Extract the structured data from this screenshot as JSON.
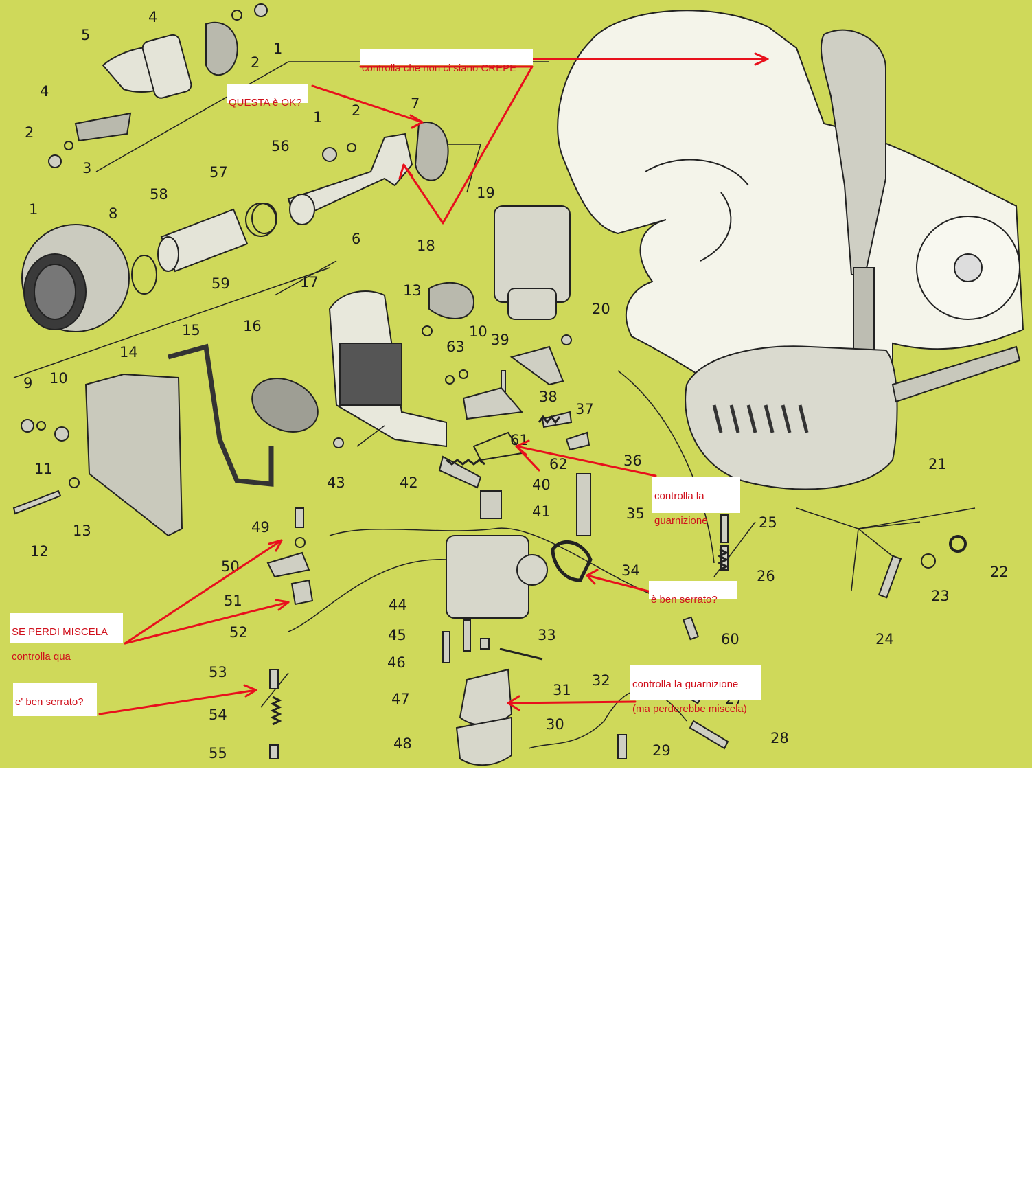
{
  "part_numbers": [
    "1",
    "2",
    "3",
    "4",
    "5",
    "6",
    "7",
    "8",
    "9",
    "10",
    "11",
    "12",
    "13",
    "14",
    "15",
    "16",
    "17",
    "18",
    "19",
    "20",
    "21",
    "22",
    "23",
    "24",
    "25",
    "26",
    "27",
    "28",
    "29",
    "30",
    "31",
    "32",
    "33",
    "34",
    "35",
    "36",
    "37",
    "38",
    "39",
    "40",
    "41",
    "42",
    "43",
    "44",
    "45",
    "46",
    "47",
    "48",
    "49",
    "50",
    "51",
    "52",
    "53",
    "54",
    "55",
    "56",
    "57",
    "58",
    "59",
    "60",
    "61",
    "62",
    "63"
  ],
  "callouts": {
    "crepe": "controlla che non ci siano CREPE",
    "questa_ok": "QUESTA è OK?",
    "guarnizione_1_line1": "controlla la",
    "guarnizione_1_line2": "guarnizione",
    "ben_serrato_1": "è ben serrato?",
    "perdi_miscela_line1": "SE PERDI MISCELA",
    "perdi_miscela_line2": "controlla qua",
    "ben_serrato_2": "e' ben serrato?",
    "guarnizione_2_line1": "controlla la guarnizione",
    "guarnizione_2_line2": "(ma perderebbe miscela)"
  },
  "colors": {
    "sheet": "#cfd95a",
    "annotation": "#e8101c",
    "ink": "#1c1c1c"
  }
}
